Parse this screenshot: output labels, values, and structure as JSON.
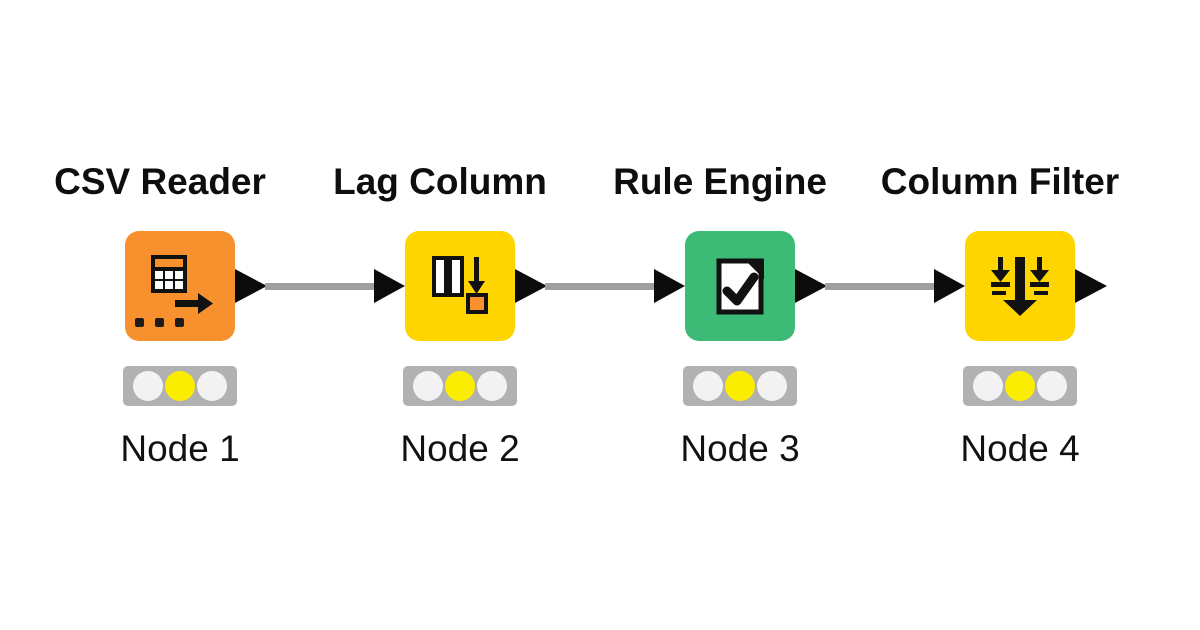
{
  "workflow": {
    "nodes": [
      {
        "title": "CSV Reader",
        "label": "Node 1",
        "color": "#F7912D",
        "icon": "table-with-export-arrow-and-ellipsis-icon",
        "status_lights": {
          "red": "off",
          "yellow": "on",
          "green": "off"
        },
        "ports": {
          "input": false,
          "output": true
        }
      },
      {
        "title": "Lag Column",
        "label": "Node 2",
        "color": "#FFD500",
        "icon": "columns-with-down-arrow-and-square-icon",
        "status_lights": {
          "red": "off",
          "yellow": "on",
          "green": "off"
        },
        "ports": {
          "input": true,
          "output": true
        }
      },
      {
        "title": "Rule Engine",
        "label": "Node 3",
        "color": "#3DBA76",
        "icon": "document-with-checkmark-icon",
        "status_lights": {
          "red": "off",
          "yellow": "on",
          "green": "off"
        },
        "ports": {
          "input": true,
          "output": true
        }
      },
      {
        "title": "Column Filter",
        "label": "Node 4",
        "color": "#FFD500",
        "icon": "filter-down-arrows-icon",
        "status_lights": {
          "red": "off",
          "yellow": "on",
          "green": "off"
        },
        "ports": {
          "input": true,
          "output": true
        }
      }
    ],
    "connections": [
      {
        "from": "Node 1",
        "to": "Node 2"
      },
      {
        "from": "Node 2",
        "to": "Node 3"
      },
      {
        "from": "Node 3",
        "to": "Node 4"
      }
    ],
    "colors": {
      "node_orange": "#F7912D",
      "node_yellow": "#FFD500",
      "node_green": "#3DBA76",
      "traffic_bg": "#B1B1B1",
      "light_off": "#F2F2F2",
      "light_on": "#FBED00",
      "connector": "#9F9F9F",
      "port": "#0B0B0B",
      "icon_ink": "#111111",
      "text": "#0E0E0E",
      "background": "#FFFFFF"
    }
  }
}
